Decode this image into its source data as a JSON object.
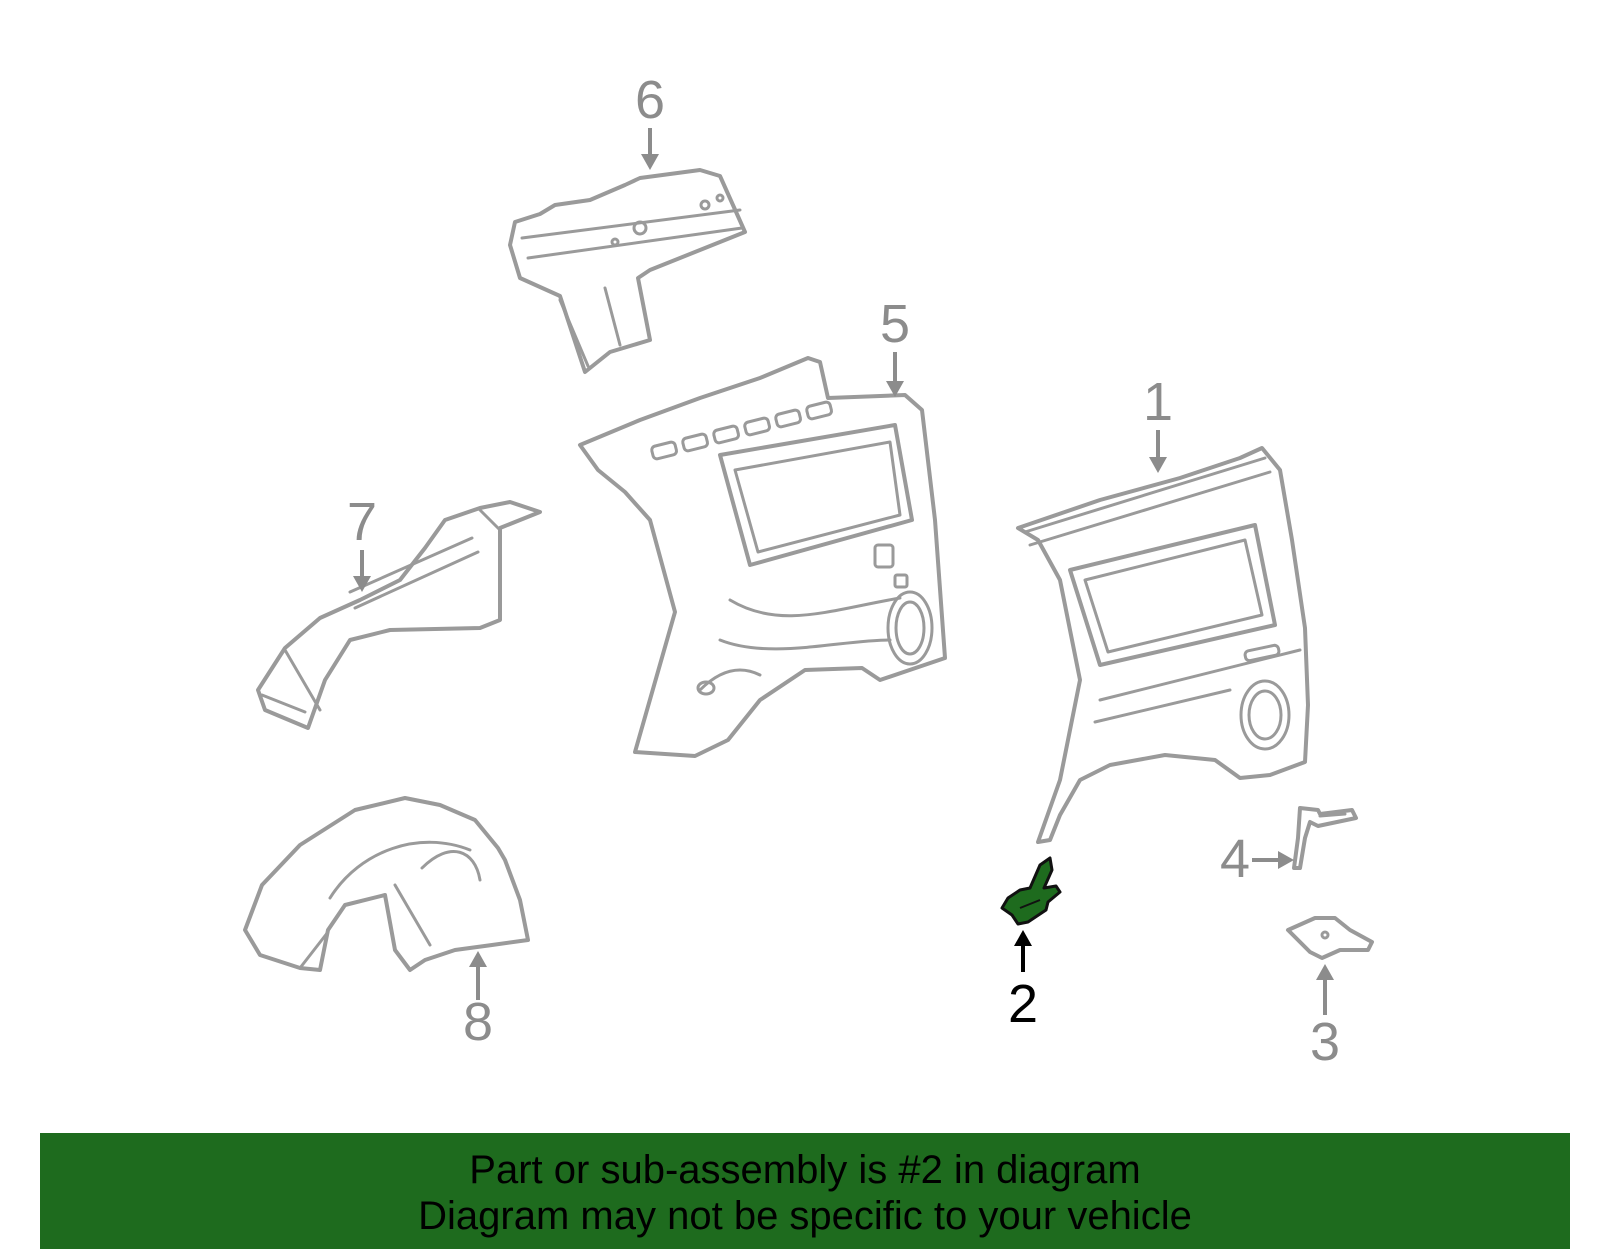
{
  "diagram": {
    "callouts": {
      "part_1": "1",
      "part_2": "2",
      "part_3": "3",
      "part_4": "4",
      "part_5": "5",
      "part_6": "6",
      "part_7": "7",
      "part_8": "8"
    },
    "highlighted_part": "2",
    "colors": {
      "line_art": "#9a9a9a",
      "callout": "#8c8c8c",
      "highlight_fill": "#1e6b1e",
      "highlight_text": "#000000",
      "banner": "#1e6b1e"
    }
  },
  "footer": {
    "line1": "Part or sub-assembly is #2 in diagram",
    "line2": "Diagram may not be specific to your vehicle"
  }
}
